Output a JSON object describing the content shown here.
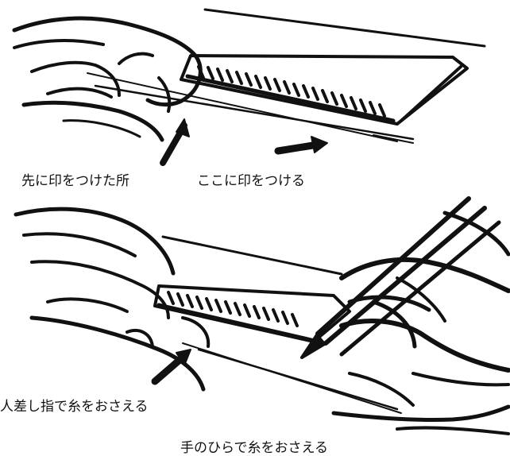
{
  "labels": {
    "mark_previous": "先に印をつけた所",
    "mark_here": "ここに印をつける",
    "index_finger": "人差し指で糸をおさえる",
    "palm": "手のひらで糸をおさえる"
  },
  "colors": {
    "ink": "#111111",
    "paper": "#ffffff"
  }
}
